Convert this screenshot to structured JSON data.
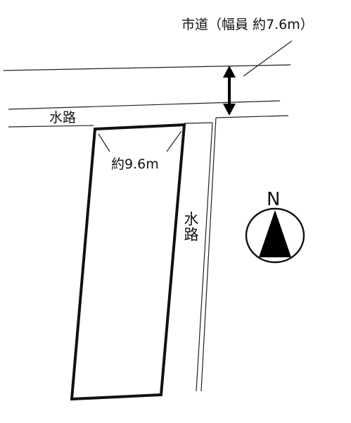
{
  "labels": {
    "road": "市道（幅員 約7.6m）",
    "waterway_top": "水路",
    "lot_width": "約9.6m",
    "waterway_right_char1": "水",
    "waterway_right_char2": "路",
    "north": "N"
  }
}
